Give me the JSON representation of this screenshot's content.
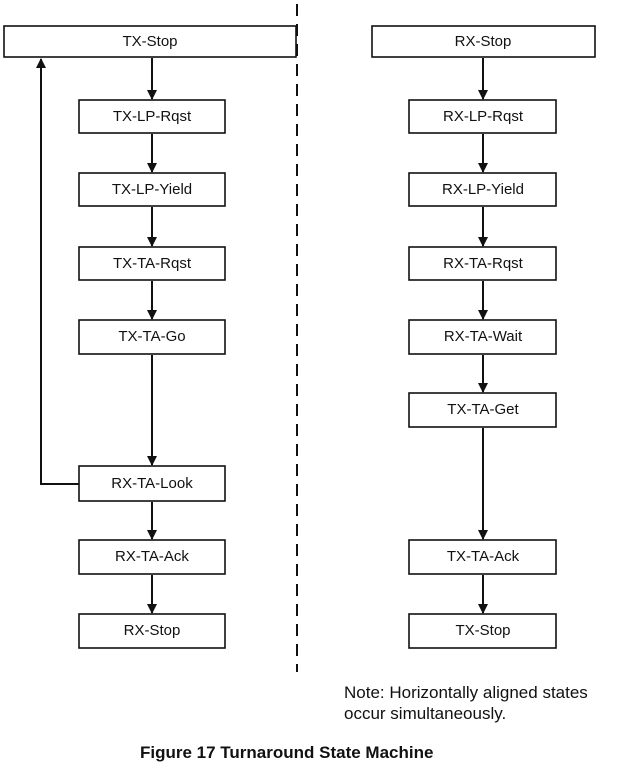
{
  "left_column": {
    "states": [
      "TX-Stop",
      "TX-LP-Rqst",
      "TX-LP-Yield",
      "TX-TA-Rqst",
      "TX-TA-Go",
      "RX-TA-Look",
      "RX-TA-Ack",
      "RX-Stop"
    ]
  },
  "right_column": {
    "states": [
      "RX-Stop",
      "RX-LP-Rqst",
      "RX-LP-Yield",
      "RX-TA-Rqst",
      "RX-TA-Wait",
      "TX-TA-Get",
      "TX-TA-Ack",
      "TX-Stop"
    ]
  },
  "note": {
    "line1": "Note: Horizontally aligned states",
    "line2": "occur simultaneously."
  },
  "caption": "Figure 17 Turnaround State Machine"
}
